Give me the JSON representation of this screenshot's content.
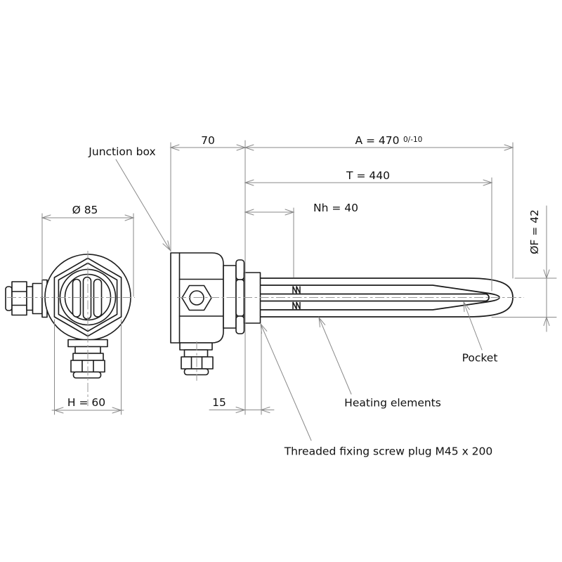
{
  "drawing": {
    "labels": {
      "junction_box": "Junction box",
      "pocket": "Pocket",
      "heating_elements": "Heating elements",
      "threaded_plug": "Threaded fixing screw plug M45 x 200"
    },
    "dimensions": {
      "box_offset": "70",
      "overall_length": "A = 470",
      "overall_length_tolerance": "0/-10",
      "immersed_length": "T = 440",
      "unheated_length": "Nh = 40",
      "fold_diameter": "ØF = 42",
      "box_diameter": "Ø 85",
      "box_height": "H = 60",
      "plug_thickness": "15"
    },
    "line_colors": {
      "outline": "#1c1c1c",
      "dimension": "#8a8a8a",
      "centerline": "#9a9a9a"
    }
  }
}
